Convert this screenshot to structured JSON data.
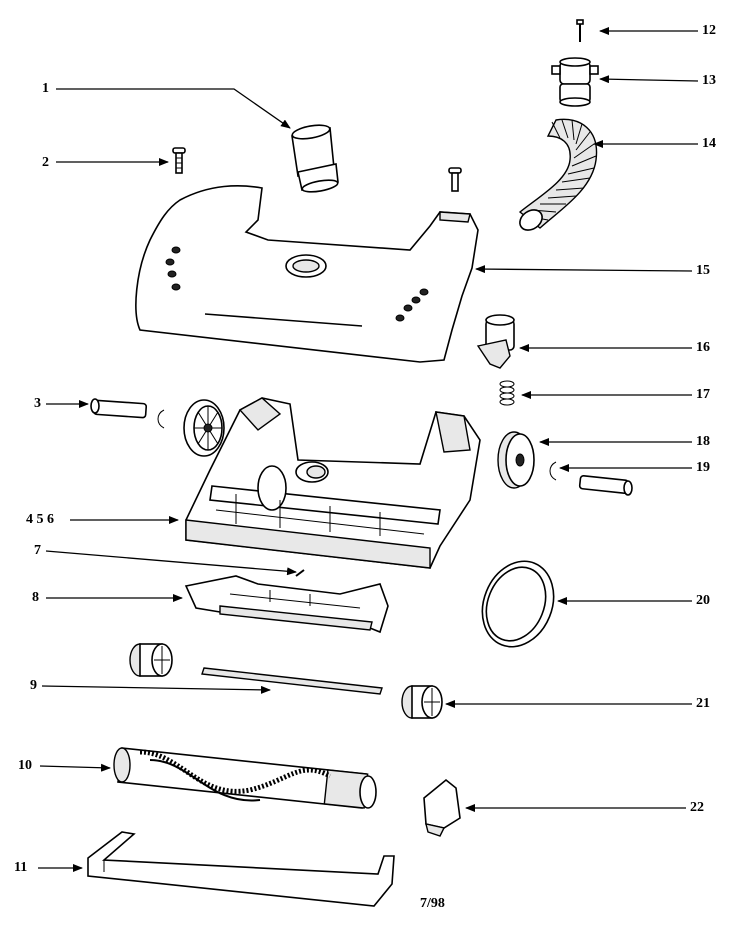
{
  "callouts": [
    {
      "id": "1",
      "label": "1"
    },
    {
      "id": "2",
      "label": "2"
    },
    {
      "id": "3",
      "label": "3"
    },
    {
      "id": "456",
      "label": "4 5 6"
    },
    {
      "id": "7",
      "label": "7"
    },
    {
      "id": "8",
      "label": "8"
    },
    {
      "id": "9",
      "label": "9"
    },
    {
      "id": "10",
      "label": "10"
    },
    {
      "id": "11",
      "label": "11"
    },
    {
      "id": "12",
      "label": "12"
    },
    {
      "id": "13",
      "label": "13"
    },
    {
      "id": "14",
      "label": "14"
    },
    {
      "id": "15",
      "label": "15"
    },
    {
      "id": "16",
      "label": "16"
    },
    {
      "id": "17",
      "label": "17"
    },
    {
      "id": "18",
      "label": "18"
    },
    {
      "id": "19",
      "label": "19"
    },
    {
      "id": "20",
      "label": "20"
    },
    {
      "id": "21",
      "label": "21"
    },
    {
      "id": "22",
      "label": "22"
    }
  ],
  "footer": {
    "date_code": "7/98"
  }
}
